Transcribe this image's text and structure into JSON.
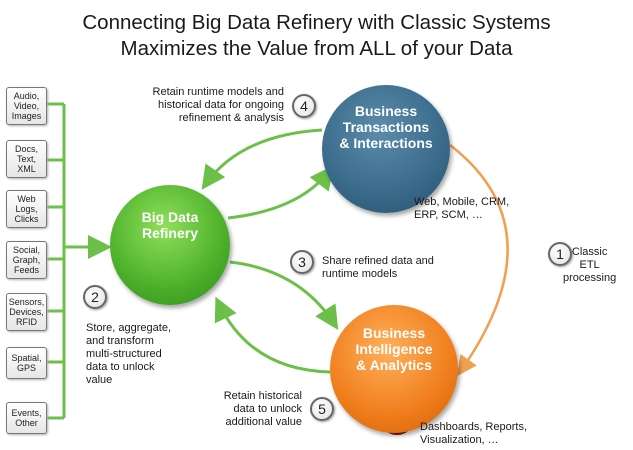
{
  "title_line1": "Connecting Big Data Refinery with Classic Systems",
  "title_line2": "Maximizes the Value from ALL of your Data",
  "sources": [
    "Audio,\nVideo,\nImages",
    "Docs,\nText,\nXML",
    "Web\nLogs,\nClicks",
    "Social,\nGraph,\nFeeds",
    "Sensors,\nDevices,\nRFID",
    "Spatial,\nGPS",
    "Events,\nOther"
  ],
  "nodes": {
    "refinery": "Big Data\nRefinery",
    "transactions": "Business\nTransactions\n& Interactions",
    "intelligence": "Business\nIntelligence\n& Analytics"
  },
  "node_captions": {
    "transactions": "Web, Mobile, CRM,\nERP, SCM, …",
    "intelligence": "Dashboards, Reports,\nVisualization, …"
  },
  "steps": [
    {
      "num": "1",
      "text": "Classic\nETL\nprocessing"
    },
    {
      "num": "2",
      "text": "Store, aggregate,\nand transform\nmulti-structured\ndata to unlock\nvalue"
    },
    {
      "num": "3",
      "text": "Share refined data and\nruntime models"
    },
    {
      "num": "4",
      "text": "Retain runtime models and\nhistorical data for ongoing\nrefinement & analysis"
    },
    {
      "num": "5",
      "text": "Retain historical\ndata to unlock\nadditional value"
    }
  ],
  "icons": [
    "gears-icon",
    "globe-arrows-icon",
    "lightbulb-icon"
  ],
  "colors": {
    "refinery": "#4caf2a",
    "transactions": "#3a6a8a",
    "intelligence": "#f07d1c",
    "arrow_green": "#6cc04a",
    "arrow_orange": "#f0a050"
  }
}
